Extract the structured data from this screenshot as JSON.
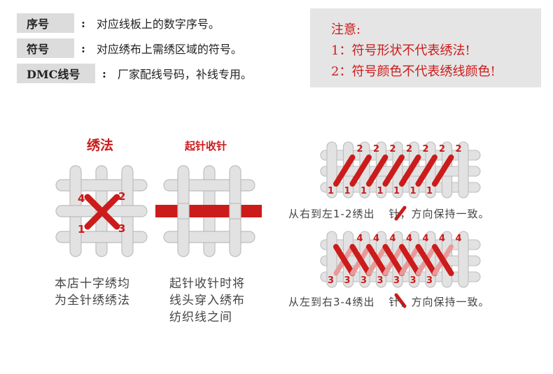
{
  "legend": [
    {
      "key": "序号",
      "colon": ":",
      "desc": "对应线板上的数字序号。"
    },
    {
      "key": "符号",
      "colon": ":",
      "desc": "对应绣布上需绣区域的符号。"
    },
    {
      "key": "DMC线号",
      "colon": ":",
      "desc": "厂家配线号码，补线专用。"
    }
  ],
  "note": {
    "title": "注意:",
    "items": [
      "1：符号形状不代表绣法!",
      "2：符号颜色不代表绣线颜色!"
    ]
  },
  "colors": {
    "accent": "#cc1b1b",
    "grid": "#e2e2e2",
    "grid_stroke": "#bdbdbd",
    "note_bg": "#e5e5e5"
  },
  "method": {
    "title": "绣法",
    "labels": {
      "tl": "4",
      "tr": "2",
      "bl": "1",
      "br": "3"
    },
    "caption": [
      "本店十字绣均",
      "为全针绣绣法"
    ]
  },
  "start_end": {
    "title": "起针收针",
    "caption": [
      "起针收针时将",
      "线头穿入绣布",
      "纺织线之间"
    ]
  },
  "row1": {
    "top_label": "2",
    "bottom_label": "1",
    "count": 7,
    "instr_before": "从右到左1-2绣出",
    "instr_after": "针，方向保持一致。"
  },
  "row2": {
    "top_label": "4",
    "bottom_label": "3",
    "count": 7,
    "instr_before": "从左到右3-4绣出",
    "instr_after": "针，方向保持一致。"
  }
}
